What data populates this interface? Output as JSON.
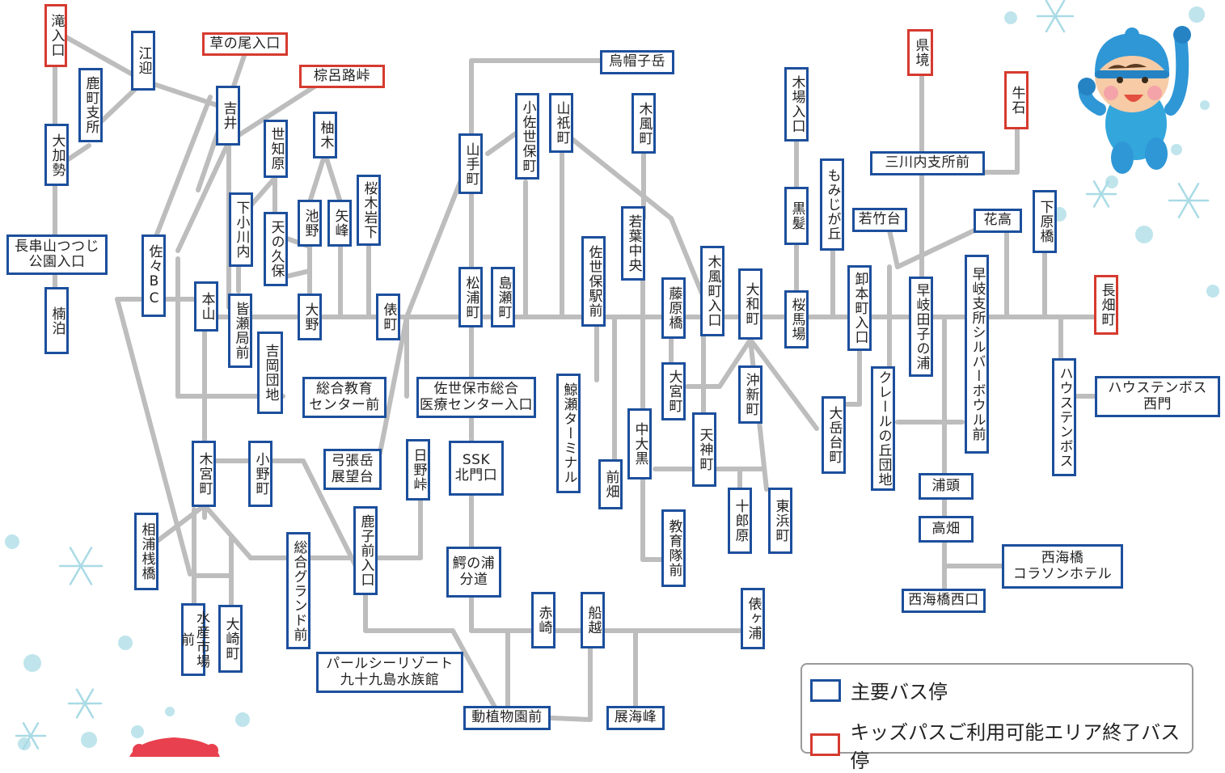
{
  "legend": {
    "main_stop": "主要バス停",
    "kids_pass_end": "キッズパスご利用可能エリア終了バス停"
  },
  "colors": {
    "main_stop": "#1c4f9c",
    "kids_pass_end": "#d63a2f",
    "route_line": "#bdbdbd",
    "snow": "#a9dbe5"
  },
  "decorations": [
    "child-mascot-in-winter-wear",
    "snowflake-icon",
    "snow-dot",
    "red-mascot-head"
  ],
  "stops": [
    {
      "name": "滝入口",
      "type": "end"
    },
    {
      "name": "江迎",
      "type": "main"
    },
    {
      "name": "鹿町支所",
      "type": "main"
    },
    {
      "name": "大加勢",
      "type": "main"
    },
    {
      "name": "長串山つつじ\n公園入口",
      "type": "main"
    },
    {
      "name": "楠泊",
      "type": "main"
    },
    {
      "name": "草の尾入口",
      "type": "end"
    },
    {
      "name": "棕呂路峠",
      "type": "end"
    },
    {
      "name": "吉井",
      "type": "main"
    },
    {
      "name": "世知原",
      "type": "main"
    },
    {
      "name": "柚木",
      "type": "main"
    },
    {
      "name": "下小川内",
      "type": "main"
    },
    {
      "name": "天の久保",
      "type": "main"
    },
    {
      "name": "池野",
      "type": "main"
    },
    {
      "name": "矢峰",
      "type": "main"
    },
    {
      "name": "桜木岩下",
      "type": "main"
    },
    {
      "name": "佐々BC",
      "type": "main"
    },
    {
      "name": "本山",
      "type": "main"
    },
    {
      "name": "皆瀬局前",
      "type": "main"
    },
    {
      "name": "大野",
      "type": "main"
    },
    {
      "name": "吉岡団地",
      "type": "main"
    },
    {
      "name": "俵町",
      "type": "main"
    },
    {
      "name": "総合教育\nセンター前",
      "type": "main"
    },
    {
      "name": "佐世保市総合\n医療センター入口",
      "type": "main"
    },
    {
      "name": "弓張岳\n展望台",
      "type": "main"
    },
    {
      "name": "日野峠",
      "type": "main"
    },
    {
      "name": "木宮町",
      "type": "main"
    },
    {
      "name": "小野町",
      "type": "main"
    },
    {
      "name": "相浦桟橋",
      "type": "main"
    },
    {
      "name": "総合グランド前",
      "type": "main"
    },
    {
      "name": "鹿子前入口",
      "type": "main"
    },
    {
      "name": "水産市場前",
      "type": "main"
    },
    {
      "name": "大崎町",
      "type": "main"
    },
    {
      "name": "パールシーリゾート\n九十九島水族館",
      "type": "main"
    },
    {
      "name": "烏帽子岳",
      "type": "main"
    },
    {
      "name": "山手町",
      "type": "main"
    },
    {
      "name": "小佐世保町",
      "type": "main"
    },
    {
      "name": "山祇町",
      "type": "main"
    },
    {
      "name": "松浦町",
      "type": "main"
    },
    {
      "name": "島瀬町",
      "type": "main"
    },
    {
      "name": "SSK\n北門口",
      "type": "main"
    },
    {
      "name": "鰐の浦\n分道",
      "type": "main"
    },
    {
      "name": "佐世保駅前",
      "type": "main"
    },
    {
      "name": "鯨瀬ターミナル",
      "type": "main"
    },
    {
      "name": "前畑",
      "type": "main"
    },
    {
      "name": "赤崎",
      "type": "main"
    },
    {
      "name": "船越",
      "type": "main"
    },
    {
      "name": "動植物園前",
      "type": "main"
    },
    {
      "name": "展海峰",
      "type": "main"
    },
    {
      "name": "木風町",
      "type": "main"
    },
    {
      "name": "若葉中央",
      "type": "main"
    },
    {
      "name": "藤原橋",
      "type": "main"
    },
    {
      "name": "大宮町",
      "type": "main"
    },
    {
      "name": "中大黒",
      "type": "main"
    },
    {
      "name": "教育隊前",
      "type": "main"
    },
    {
      "name": "木風町入口",
      "type": "main"
    },
    {
      "name": "天神町",
      "type": "main"
    },
    {
      "name": "十郎原",
      "type": "main"
    },
    {
      "name": "大和町",
      "type": "main"
    },
    {
      "name": "沖新町",
      "type": "main"
    },
    {
      "name": "東浜町",
      "type": "main"
    },
    {
      "name": "俵ヶ浦",
      "type": "main"
    },
    {
      "name": "木場入口",
      "type": "main"
    },
    {
      "name": "黒髪",
      "type": "main"
    },
    {
      "name": "桜馬場",
      "type": "main"
    },
    {
      "name": "もみじが丘",
      "type": "main"
    },
    {
      "name": "卸本町入口",
      "type": "main"
    },
    {
      "name": "大岳台町",
      "type": "main"
    },
    {
      "name": "若竹台",
      "type": "main"
    },
    {
      "name": "県境",
      "type": "end"
    },
    {
      "name": "三川内支所前",
      "type": "main"
    },
    {
      "name": "牛石",
      "type": "end"
    },
    {
      "name": "早岐田子の浦",
      "type": "main"
    },
    {
      "name": "クレールの丘団地",
      "type": "main"
    },
    {
      "name": "花高",
      "type": "main"
    },
    {
      "name": "早岐支所シルバーボウル前",
      "type": "main"
    },
    {
      "name": "下原橋",
      "type": "main"
    },
    {
      "name": "長畑町",
      "type": "end"
    },
    {
      "name": "ハウステンボス",
      "type": "main"
    },
    {
      "name": "ハウステンボス\n西門",
      "type": "main"
    },
    {
      "name": "浦頭",
      "type": "main"
    },
    {
      "name": "高畑",
      "type": "main"
    },
    {
      "name": "西海橋\nコラソンホテル",
      "type": "main"
    },
    {
      "name": "西海橋西口",
      "type": "main"
    }
  ]
}
